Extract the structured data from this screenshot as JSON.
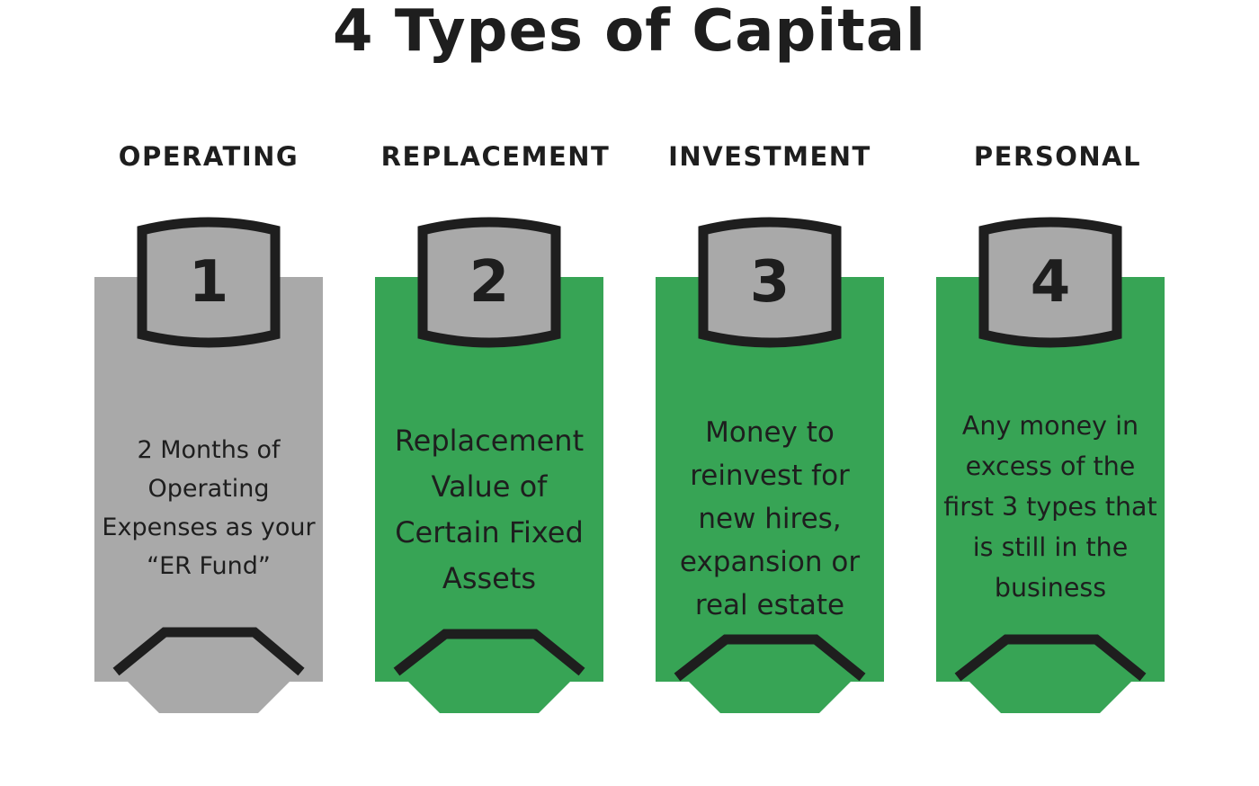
{
  "title": "4 Types of Capital",
  "colors": {
    "gray_panel": "#a9a9a9",
    "green_panel": "#37a455",
    "badge_fill": "#a9a9a9",
    "outline": "#1e1e1e"
  },
  "cards": [
    {
      "heading": "OPERATING",
      "number": "1",
      "lines": [
        "2 Months of",
        "Operating",
        "Expenses as your",
        "“ER Fund”"
      ],
      "color": "gray"
    },
    {
      "heading": "REPLACEMENT",
      "number": "2",
      "lines": [
        "Replacement",
        "Value of",
        "Certain Fixed",
        "Assets"
      ],
      "color": "green"
    },
    {
      "heading": "INVESTMENT",
      "number": "3",
      "lines": [
        "Money to",
        "reinvest for",
        "new hires,",
        "expansion or",
        "real estate"
      ],
      "color": "green"
    },
    {
      "heading": "PERSONAL",
      "number": "4",
      "lines": [
        "Any money in",
        "excess of the",
        "first 3 types that",
        "is still in the",
        "business"
      ],
      "color": "green"
    }
  ]
}
